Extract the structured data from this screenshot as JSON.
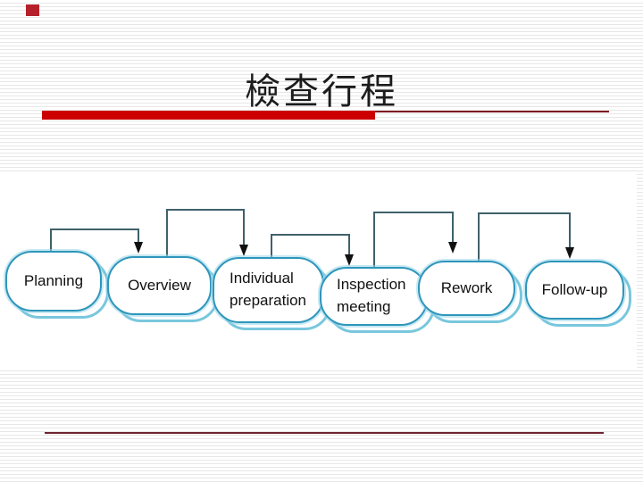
{
  "slide": {
    "title": "檢查行程",
    "colors": {
      "stripe": "#e7e7e7",
      "corner_square": "#b5212b",
      "title_text": "#1c1c1c",
      "title_bar_red": "#cc0000",
      "title_thin_line": "#7f1822",
      "footer_line": "#6e2430",
      "band_background": "#ffffff",
      "bubble_border": "#2e96bb",
      "bubble_halo": "#97d6e9",
      "bubble_shadow_outline": "#79c7dd",
      "connector": "#3f616b",
      "arrowhead": "#111111"
    }
  },
  "flowchart": {
    "flow_order": "Planning → Overview → Individual preparation → Inspection meeting → Rework → Follow-up",
    "steps": [
      {
        "id": "planning",
        "line1": "Planning",
        "line2": ""
      },
      {
        "id": "overview",
        "line1": "Overview",
        "line2": ""
      },
      {
        "id": "individual-preparation",
        "line1": "Individual",
        "line2": "preparation"
      },
      {
        "id": "inspection-meeting",
        "line1": "Inspection",
        "line2": "meeting"
      },
      {
        "id": "rework",
        "line1": "Rework",
        "line2": ""
      },
      {
        "id": "follow-up",
        "line1": "Follow-up",
        "line2": ""
      }
    ]
  }
}
